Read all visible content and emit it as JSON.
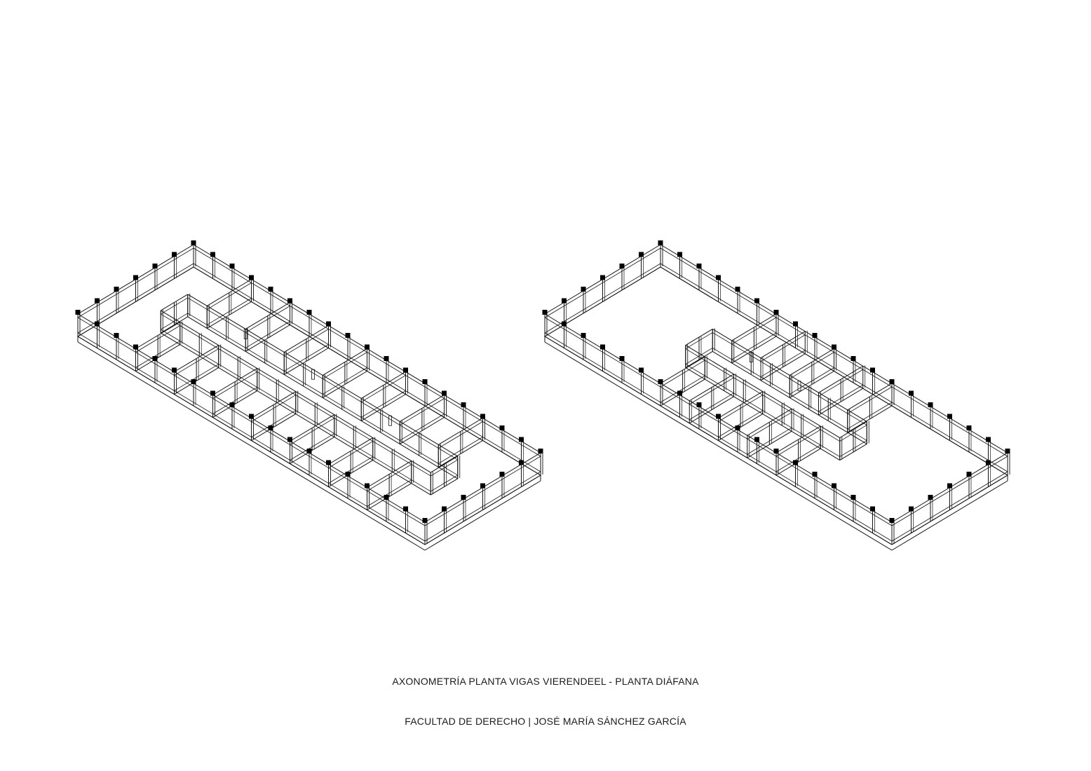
{
  "captions": {
    "title": "AXONOMETRÍA PLANTA VIGAS VIERENDEEL - PLANTA DIÁFANA",
    "credit": "FACULTAD DE DERECHO | JOSÉ MARÍA SÁNCHEZ GARCÍA"
  },
  "drawings": [
    {
      "id": "planta-vigas-vierendeel",
      "rooms_top_row": 8,
      "rooms_bottom_row": 8,
      "open_ends": false
    },
    {
      "id": "planta-diafana",
      "rooms_top_row": 5,
      "rooms_bottom_row": 5,
      "open_ends": true
    }
  ],
  "colors": {
    "line": "#111111",
    "column_cap": "#000000",
    "paper": "#ffffff"
  }
}
